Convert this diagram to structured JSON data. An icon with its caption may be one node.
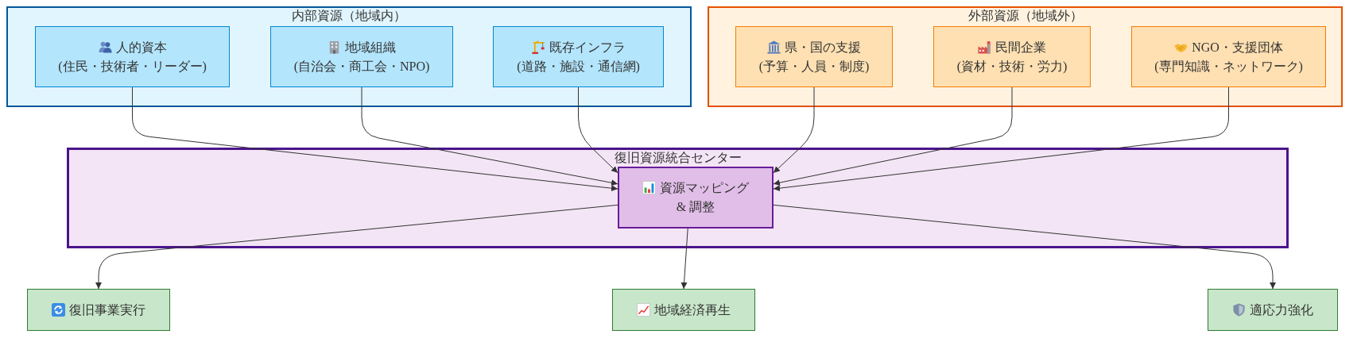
{
  "diagram": {
    "nodes": [
      {
        "text": [
          "内部資源（地域内）"
        ]
      },
      {
        "text": [
          "人的資本",
          "(住民・技術者・リーダー)"
        ],
        "in": 0
      },
      {
        "text": [
          "地域組織",
          "(自治会・商工会・NPO)"
        ],
        "in": 0
      },
      {
        "text": [
          "既存インフラ",
          "(道路・施設・通信網)"
        ],
        "in": 0
      },
      {
        "text": [
          "外部資源（地域外）"
        ]
      },
      {
        "text": [
          "県・国の支援",
          "(予算・人員・制度)"
        ],
        "in": 4
      },
      {
        "text": [
          "民間企業",
          "(資材・技術・労力)"
        ],
        "in": 4
      },
      {
        "text": [
          "NGO・支援団体",
          "(専門知識・ネットワーク)"
        ],
        "in": 4
      },
      {
        "text": [
          "復旧資源統合センター"
        ]
      },
      {
        "text": [
          "資源マッピング & 調整"
        ],
        "in": 8
      },
      {
        "text": [
          "復旧事業実行"
        ]
      },
      {
        "text": [
          "地域経済再生"
        ]
      },
      {
        "text": [
          "適応力強化"
        ]
      }
    ],
    "edges": [
      {
        "from": 1,
        "to": 9,
        "arrow": "to"
      },
      {
        "from": 2,
        "to": 9,
        "arrow": "to"
      },
      {
        "from": 3,
        "to": 9,
        "arrow": "to"
      },
      {
        "from": 5,
        "to": 9,
        "arrow": "to"
      },
      {
        "from": 6,
        "to": 9,
        "arrow": "to"
      },
      {
        "from": 7,
        "to": 9,
        "arrow": "to"
      },
      {
        "from": 9,
        "to": 10,
        "arrow": "to"
      },
      {
        "from": 9,
        "to": 11,
        "arrow": "to"
      },
      {
        "from": 9,
        "to": 12,
        "arrow": "to"
      }
    ]
  }
}
